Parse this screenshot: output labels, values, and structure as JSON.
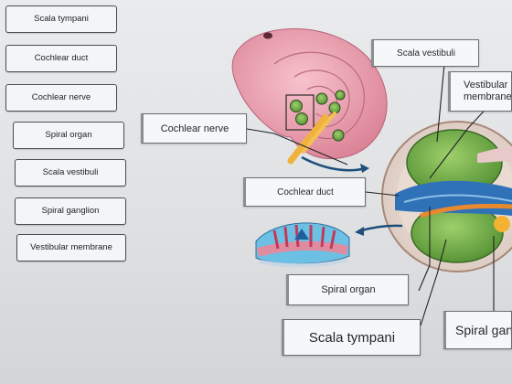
{
  "word_bank": [
    {
      "label": "Scala tympani"
    },
    {
      "label": "Cochlear duct"
    },
    {
      "label": "Cochlear nerve"
    },
    {
      "label": "Spiral organ"
    },
    {
      "label": "Scala vestibuli"
    },
    {
      "label": "Spiral ganglion"
    },
    {
      "label": "Vestibular membrane"
    }
  ],
  "targets": {
    "scala_vestibuli": "Scala vestibuli",
    "vestibular_membrane": "Vestibular membrane",
    "cochlear_nerve": "Cochlear nerve",
    "cochlear_duct": "Cochlear duct",
    "spiral_organ": "Spiral organ",
    "scala_tympani": "Scala tympani",
    "spiral_ganglion": "Spiral ganglion"
  }
}
